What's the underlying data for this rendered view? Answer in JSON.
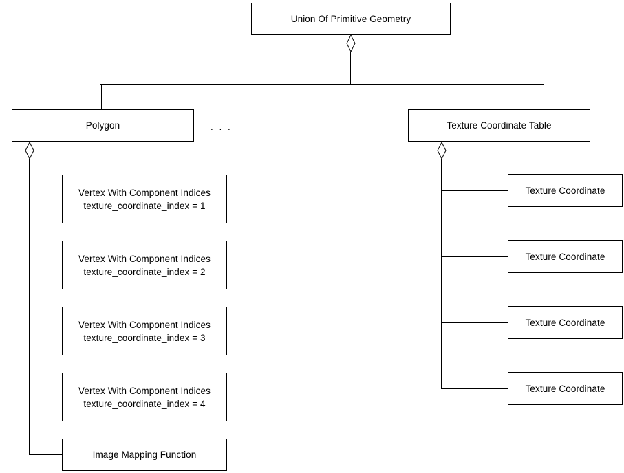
{
  "diagram": {
    "title_node": {
      "label": "Union Of Primitive Geometry"
    },
    "children": [
      {
        "label": "Polygon"
      },
      {
        "label": "Texture Coordinate Table"
      }
    ],
    "ellipsis": ". . .",
    "polygon_parts": [
      {
        "line1": "Vertex With Component Indices",
        "line2": "texture_coordinate_index = 1"
      },
      {
        "line1": "Vertex With Component Indices",
        "line2": "texture_coordinate_index = 2"
      },
      {
        "line1": "Vertex With Component Indices",
        "line2": "texture_coordinate_index = 3"
      },
      {
        "line1": "Vertex With Component Indices",
        "line2": "texture_coordinate_index = 4"
      },
      {
        "line1": "Image Mapping Function",
        "line2": ""
      }
    ],
    "texture_table_parts": [
      {
        "label": "Texture Coordinate"
      },
      {
        "label": "Texture Coordinate"
      },
      {
        "label": "Texture Coordinate"
      },
      {
        "label": "Texture Coordinate"
      }
    ],
    "colors": {
      "stroke": "#000000",
      "fill": "#ffffff",
      "text": "#000000"
    }
  }
}
